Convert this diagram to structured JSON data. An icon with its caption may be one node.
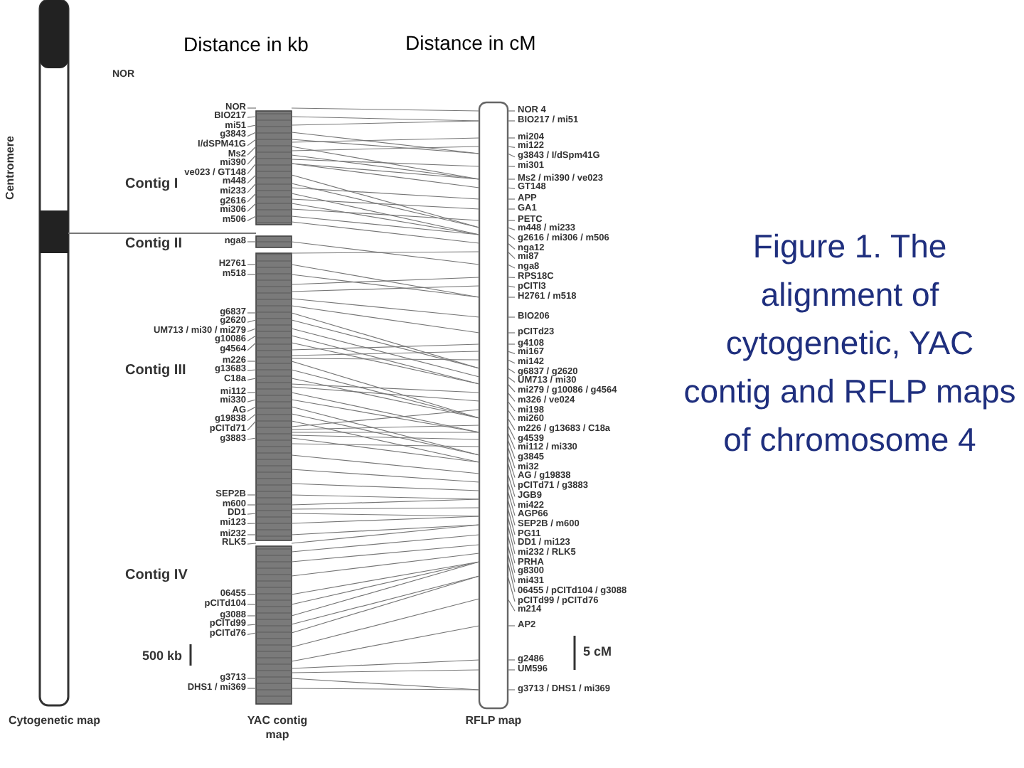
{
  "diagram": {
    "caption": "Figure 1. The alignment of cytogenetic, YAC contig and RFLP maps of chromosome 4",
    "labels": [
      "Distance in kb",
      "Distance in cM",
      "NOR",
      "Centromere",
      "Contig I",
      "Contig II",
      "Contig III",
      "Contig IV",
      "NOR",
      "BIO217",
      "mi51",
      "g3843",
      "I/dSPM41G",
      "Ms2",
      "mi390",
      "ve023 / GT148",
      "m448",
      "mi233",
      "g2616",
      "mi306",
      "m506",
      "nga8",
      "H2761",
      "m518",
      "g6837",
      "g2620",
      "UM713 / mi30 / mi279",
      "g10086",
      "g4564",
      "m226",
      "g13683",
      "C18a",
      "mi112",
      "mi330",
      "AG",
      "g19838",
      "pCITd71",
      "g3883",
      "SEP2B",
      "m600",
      "DD1",
      "mi123",
      "mi232",
      "RLK5",
      "06455",
      "pCITd104",
      "g3088",
      "pCITd99",
      "pCITd76",
      "g3713",
      "DHS1 / mi369",
      "500 kb",
      "NOR 4",
      "BIO217 / mi51",
      "mi204",
      "mi122",
      "g3843 / I/dSpm41G",
      "mi301",
      "Ms2 / mi390 / ve023",
      "GT148",
      "APP",
      "GA1",
      "PETC",
      "m448 / mi233",
      "g2616 / mi306 / m506",
      "nga12",
      "mi87",
      "nga8",
      "RPS18C",
      "pCITl3",
      "H2761 / m518",
      "BIO206",
      "pCITd23",
      "g4108",
      "mi167",
      "mi142",
      "g6837 / g2620",
      "UM713 / mi30",
      "mi279 / g10086 / g4564",
      "m326 / ve024",
      "mi198",
      "mi260",
      "m226 / g13683 / C18a",
      "g4539",
      "mi112 / mi330",
      "g3845",
      "mi32",
      "AG / g19838",
      "pCITd71 / g3883",
      "JGB9",
      "mi422",
      "AGP66",
      "SEP2B / m600",
      "PG11",
      "DD1 / mi123",
      "mi232 / RLK5",
      "PRHA",
      "g8300",
      "mi431",
      "06455 / pCITd104 / g3088",
      "pCITd99 / pCITd76",
      "m214",
      "AP2",
      "g2486",
      "UM596",
      "g3713 / DHS1 / mi369",
      "5 cM",
      "Cytogenetic map",
      "YAC contig map",
      "RFLP map"
    ]
  }
}
